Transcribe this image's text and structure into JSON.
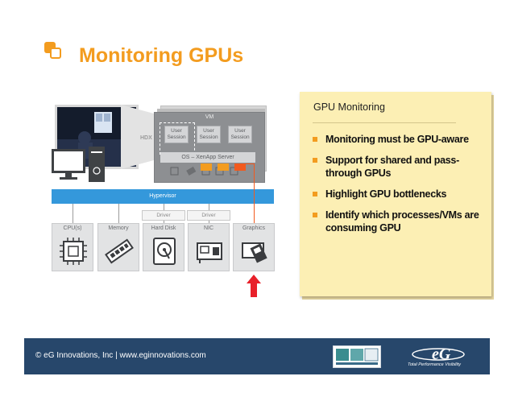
{
  "slide": {
    "title": "Monitoring GPUs"
  },
  "diagram": {
    "vm_label": "VM",
    "hdx_label": "HDX",
    "sessions": [
      "User Session",
      "User Session",
      "User Session"
    ],
    "os_label": "OS – XenApp Server",
    "hypervisor_label": "Hypervisor",
    "driver_labels": [
      "Driver",
      "Driver"
    ],
    "hardware": [
      "CPU(s)",
      "Memory",
      "Hard Disk",
      "NIC",
      "Graphics"
    ],
    "colors": {
      "accent": "#f39c1f",
      "hypervisor": "#3498db",
      "arrow": "#e8202a",
      "line": "#f25a1e"
    }
  },
  "note": {
    "title": "GPU Monitoring",
    "bullets": [
      "Monitoring must be GPU-aware",
      "Support for shared and pass-through GPUs",
      "Highlight GPU bottlenecks",
      "Identify which processes/VMs are consuming GPU"
    ]
  },
  "footer": {
    "copyright": "© eG Innovations, Inc  |  www.eginnovations.com",
    "tagline": "Total Performance Visibility",
    "brand_color": "#27476b"
  }
}
